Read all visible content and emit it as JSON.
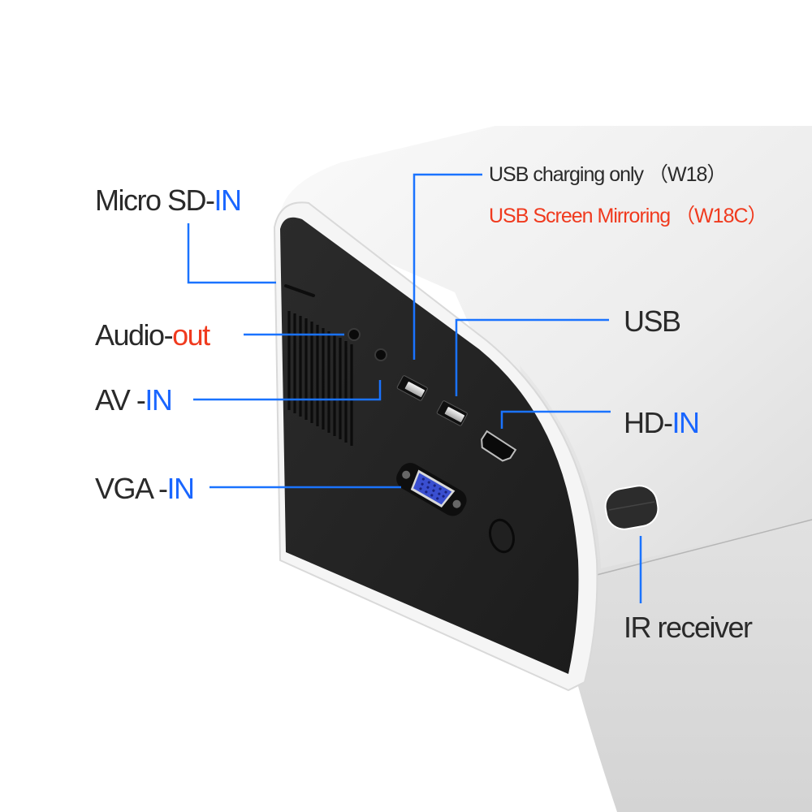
{
  "colors": {
    "callout_line": "#1a73ff",
    "accent_blue": "#1a66ff",
    "accent_red": "#f03a1e",
    "text": "#2a2a2a",
    "body_white": "#eeeeee",
    "panel_black": "#262626",
    "vga_blue": "#3a4fd0"
  },
  "labels": {
    "micro_sd": {
      "prefix": "Micro SD-",
      "suffix": "IN"
    },
    "audio_out": {
      "prefix": "Audio-",
      "suffix": "out"
    },
    "av_in": {
      "prefix": "AV -",
      "suffix": "IN"
    },
    "vga_in": {
      "prefix": "VGA -",
      "suffix": "IN"
    },
    "usb_charging": "USB charging only （W18）",
    "usb_mirroring": "USB Screen Mirroring （W18C）",
    "usb": "USB",
    "hd_in": {
      "prefix": "HD-",
      "suffix": "IN"
    },
    "ir_receiver": "IR receiver"
  },
  "ports": [
    "micro-sd-slot",
    "audio-out-jack",
    "av-in-jack",
    "usb-port-charging",
    "usb-port",
    "hdmi-port",
    "vga-port",
    "power-button",
    "ir-receiver-window"
  ]
}
